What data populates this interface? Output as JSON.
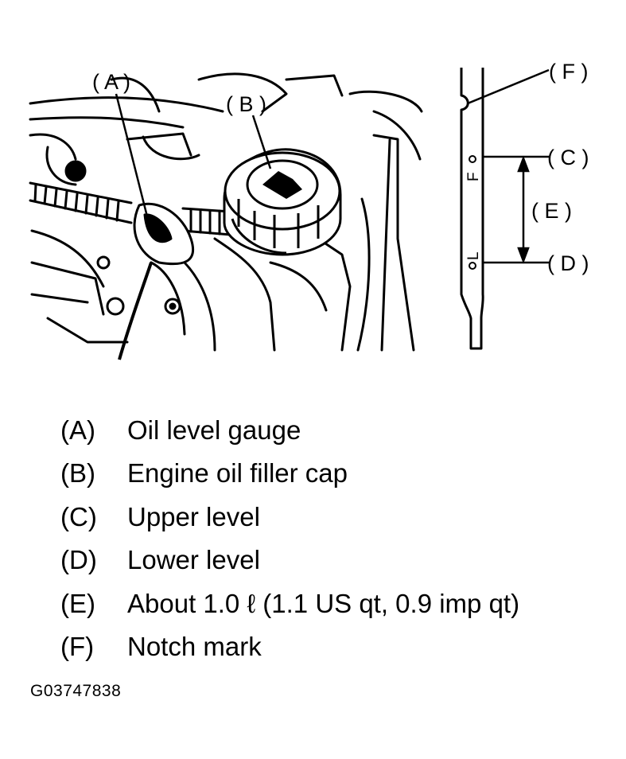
{
  "callouts": {
    "a": "( A )",
    "b": "( B )",
    "c": "( C )",
    "d": "( D )",
    "e": "( E )",
    "f": "( F )"
  },
  "dipstick_marks": {
    "full": "F",
    "low": "L"
  },
  "legend": [
    {
      "key": "(A)",
      "text": "Oil level gauge"
    },
    {
      "key": "(B)",
      "text": "Engine oil filler cap"
    },
    {
      "key": "(C)",
      "text": "Upper level"
    },
    {
      "key": "(D)",
      "text": "Lower level"
    },
    {
      "key": "(E)",
      "text": "About 1.0 ℓ (1.1 US qt, 0.9 imp qt)"
    },
    {
      "key": "(F)",
      "text": "Notch mark"
    }
  ],
  "figure_code": "G03747838"
}
